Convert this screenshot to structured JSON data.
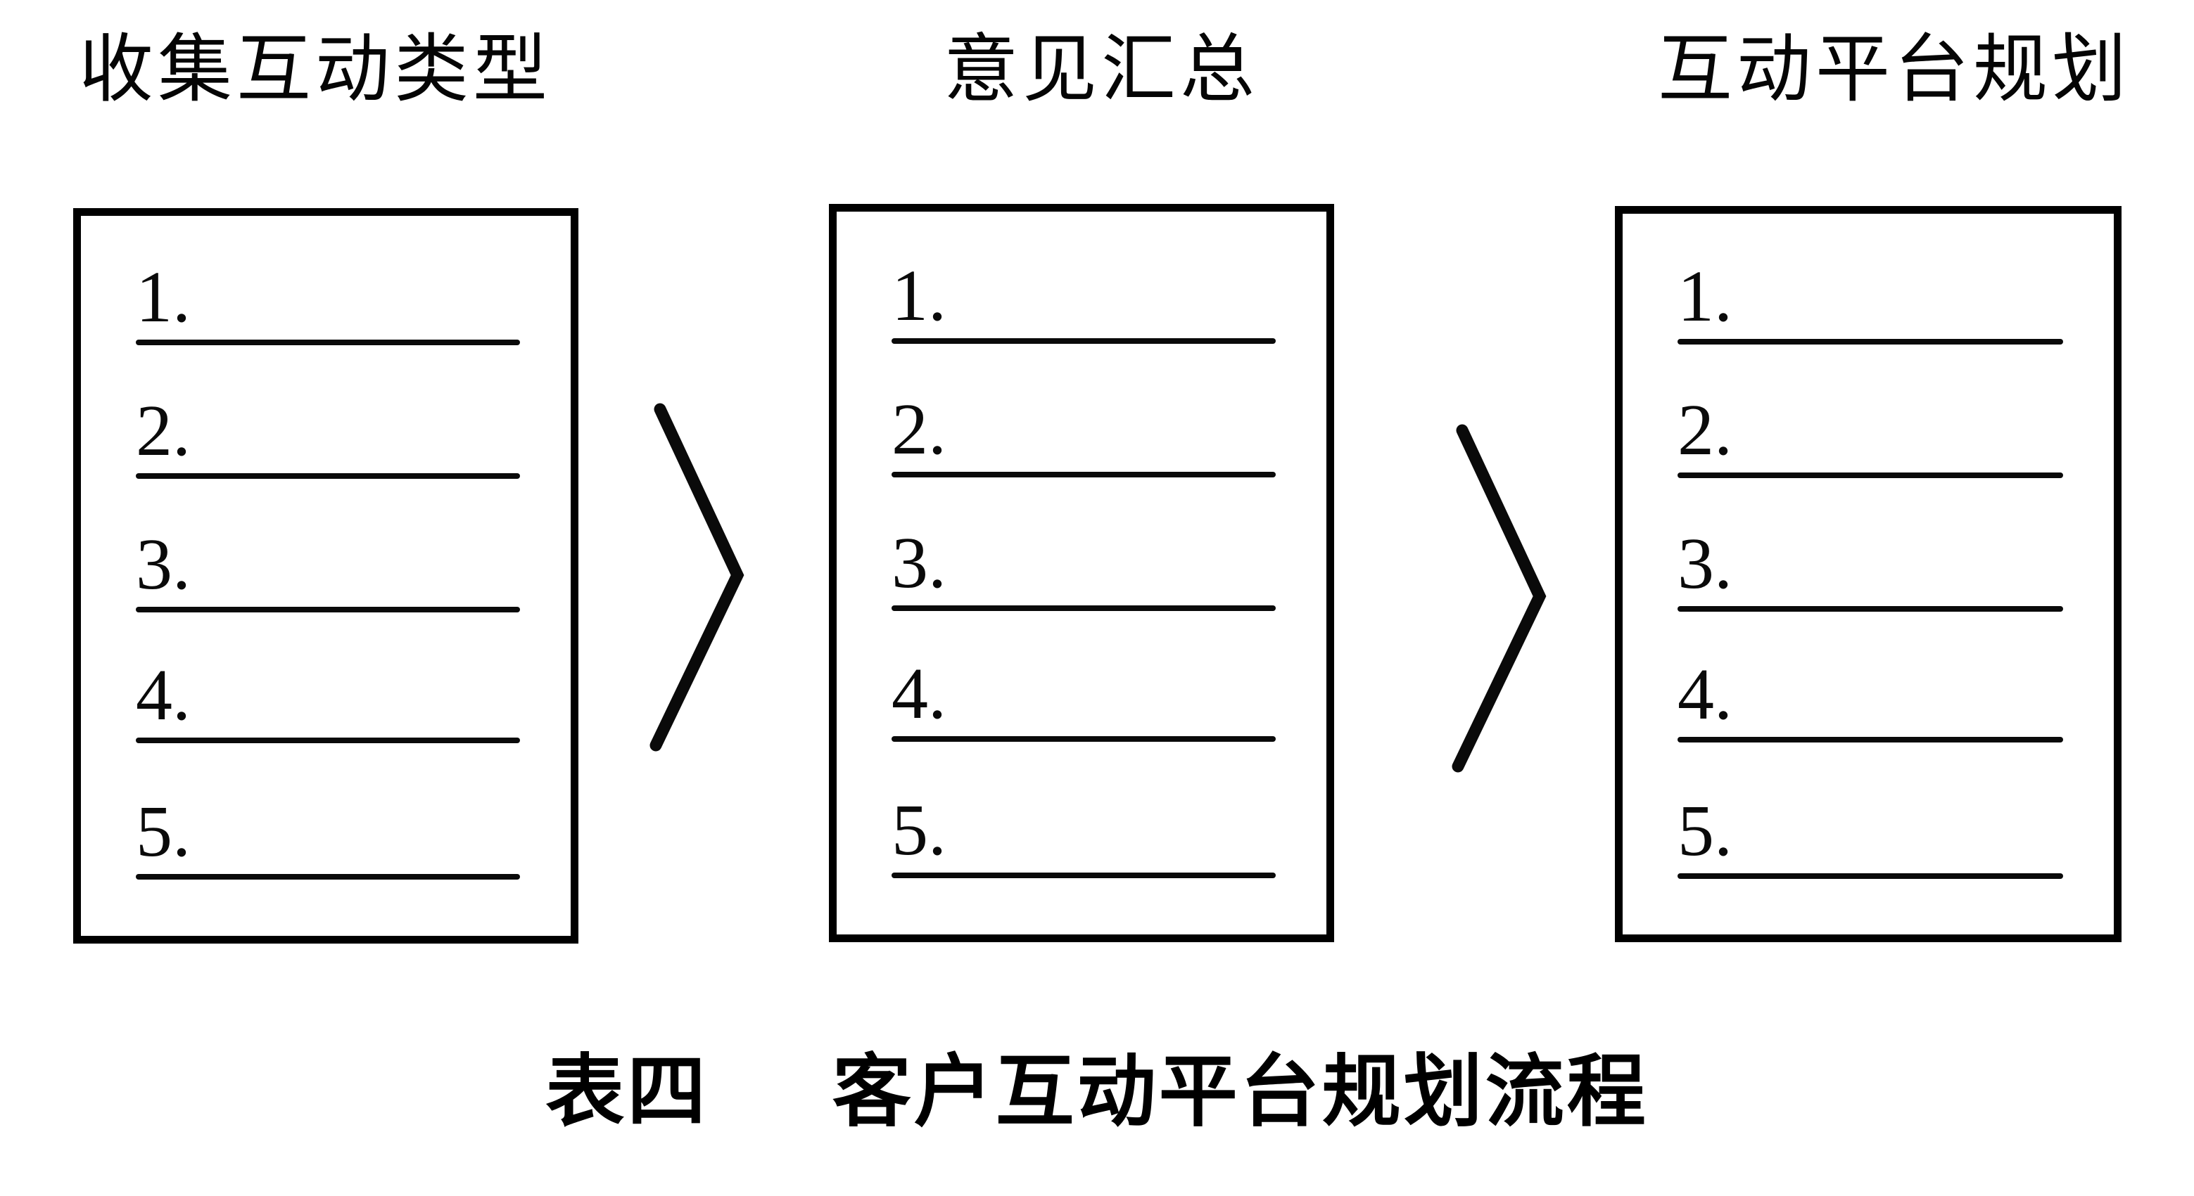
{
  "figure": {
    "caption_label": "表四",
    "caption_gap": "     ",
    "caption_title": "客户互动平台规划流程",
    "caption_full": "表四     客户互动平台规划流程"
  },
  "stages": [
    {
      "id": "collect-interaction-types",
      "heading": "收集互动类型",
      "items": [
        {
          "marker": "1."
        },
        {
          "marker": "2."
        },
        {
          "marker": "3."
        },
        {
          "marker": "4."
        },
        {
          "marker": "5."
        }
      ]
    },
    {
      "id": "opinion-summary",
      "heading": "意见汇总",
      "items": [
        {
          "marker": "1."
        },
        {
          "marker": "2."
        },
        {
          "marker": "3."
        },
        {
          "marker": "4."
        },
        {
          "marker": "5."
        }
      ]
    },
    {
      "id": "interaction-platform-planning",
      "heading": "互动平台规划",
      "items": [
        {
          "marker": "1."
        },
        {
          "marker": "2."
        },
        {
          "marker": "3."
        },
        {
          "marker": "4."
        },
        {
          "marker": "5."
        }
      ]
    }
  ],
  "connectors": [
    {
      "id": "chevron-1",
      "glyph": "chevron-right"
    },
    {
      "id": "chevron-2",
      "glyph": "chevron-right"
    }
  ],
  "colors": {
    "ink": "#000000",
    "paper": "#ffffff"
  }
}
